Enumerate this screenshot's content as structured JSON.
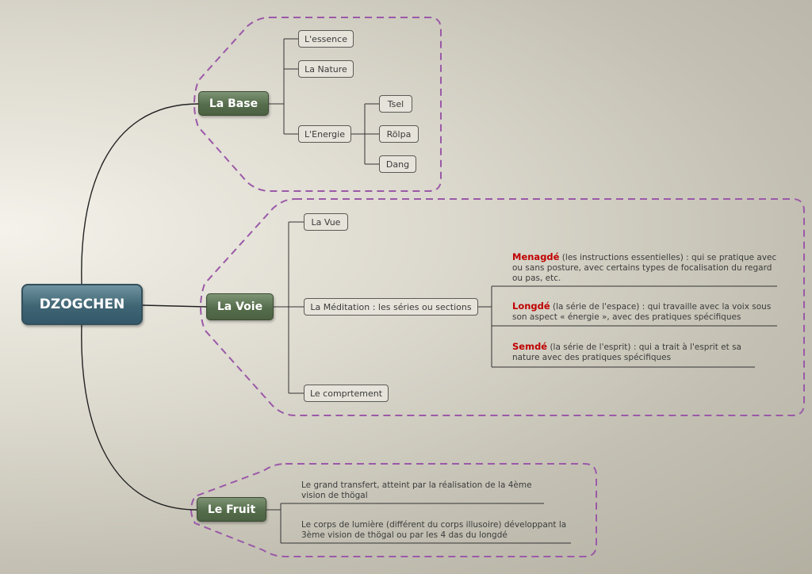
{
  "root": {
    "label": "DZOGCHEN"
  },
  "branches": {
    "base": {
      "label": "La Base",
      "children": {
        "essence": "L'essence",
        "nature": "La Nature",
        "energie": "L'Energie"
      },
      "energie_children": [
        "Tsel",
        "Rölpa",
        "Dang"
      ]
    },
    "voie": {
      "label": "La Voie",
      "children": {
        "vue": "La Vue",
        "meditation": "La Méditation : les séries ou sections",
        "comportement": "Le comprtement"
      },
      "meditation_notes": [
        {
          "term": "Menagdé",
          "text": " (les instructions essentielles) : qui se pratique avec ou sans posture, avec certains types de focalisation du regard ou pas, etc."
        },
        {
          "term": "Longdé",
          "text": " (la série de l'espace) : qui travaille avec la voix sous son aspect « énergie », avec des pratiques spécifiques"
        },
        {
          "term": "Semdé",
          "text": " (la série de l'esprit) : qui a trait à l'esprit et sa nature avec des pratiques spécifiques"
        }
      ]
    },
    "fruit": {
      "label": "Le Fruit",
      "notes": [
        "Le grand transfert, atteint par la réalisation de la 4ème vision de thögal",
        "Le corps de lumière (différent du corps illusoire) développant la 3ème vision de thögal ou par les 4 das du longdé"
      ]
    }
  },
  "colors": {
    "boundary": "#9b59a8",
    "connector": "#222222",
    "term": "#c00000"
  }
}
